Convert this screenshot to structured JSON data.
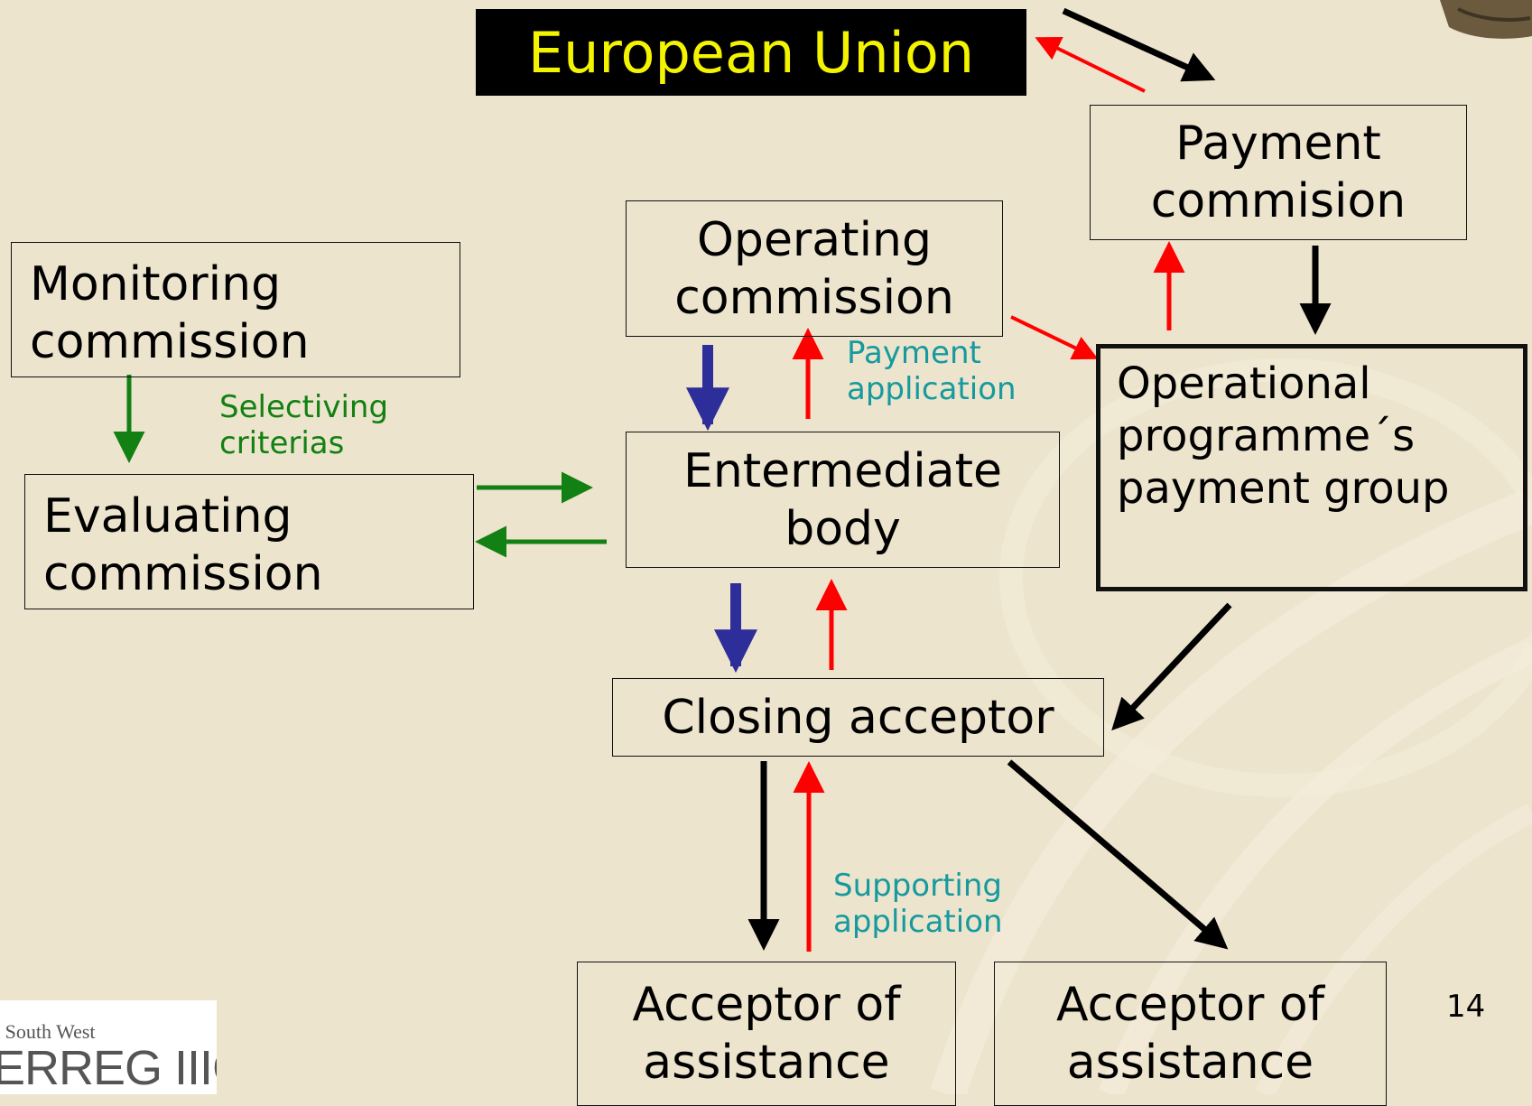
{
  "header": {
    "title": "European Union"
  },
  "nodes": {
    "payment_commision": [
      "Payment",
      "commision"
    ],
    "operating_commission": [
      "Operating",
      "commission"
    ],
    "monitoring_commission": [
      "Monitoring",
      "commission"
    ],
    "evaluating_commission": [
      "Evaluating",
      "commission"
    ],
    "intermediate_body": [
      "Entermediate",
      "body"
    ],
    "op_payment_group": [
      "Operational",
      "programme´s",
      "payment group"
    ],
    "closing_acceptor": "Closing acceptor",
    "acceptor_1": [
      "Acceptor of",
      "assistance"
    ],
    "acceptor_2": [
      "Acceptor of",
      "assistance"
    ]
  },
  "labels": {
    "selecting_criteria": [
      "Selectiving",
      "criterias"
    ],
    "payment_application": [
      "Payment",
      "application"
    ],
    "supporting_application": [
      "Supporting",
      "application"
    ]
  },
  "footer": {
    "page_number": "14",
    "logo_line1": "t South West",
    "logo_line2": "ERREG IIIC"
  },
  "colors": {
    "background": "#ede4cd",
    "black_arrow": "#000000",
    "red_arrow": "#ff0000",
    "blue_arrow": "#2e2e9a",
    "green_arrow": "#128012",
    "title_bg": "#000000",
    "title_text": "#f4f400",
    "label_teal": "#169a9e"
  }
}
